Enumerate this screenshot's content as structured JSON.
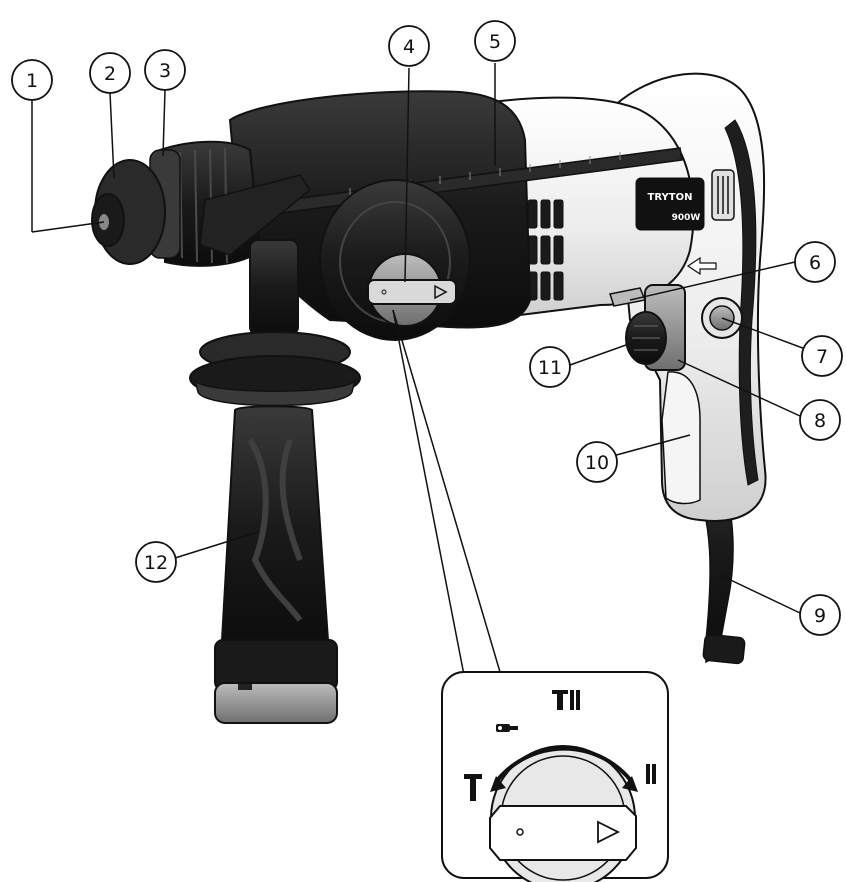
{
  "brand": {
    "name": "TRYTON",
    "power": "900W"
  },
  "callouts": [
    {
      "id": "1",
      "label": "1"
    },
    {
      "id": "2",
      "label": "2"
    },
    {
      "id": "3",
      "label": "3"
    },
    {
      "id": "4",
      "label": "4"
    },
    {
      "id": "5",
      "label": "5"
    },
    {
      "id": "6",
      "label": "6"
    },
    {
      "id": "7",
      "label": "7"
    },
    {
      "id": "8",
      "label": "8"
    },
    {
      "id": "9",
      "label": "9"
    },
    {
      "id": "10",
      "label": "10"
    },
    {
      "id": "11",
      "label": "11"
    },
    {
      "id": "12",
      "label": "12"
    }
  ],
  "colors": {
    "body_black": "#1c1c1c",
    "body_dark": "#2b2b2b",
    "body_white": "#f2f2f2",
    "accent_grey": "#8a8a8a",
    "outline": "#111111"
  },
  "icons": {
    "mode_selector_inset": [
      "hammer-drill-icon",
      "chisel-icon",
      "hammer-icon",
      "drill-icon"
    ]
  }
}
